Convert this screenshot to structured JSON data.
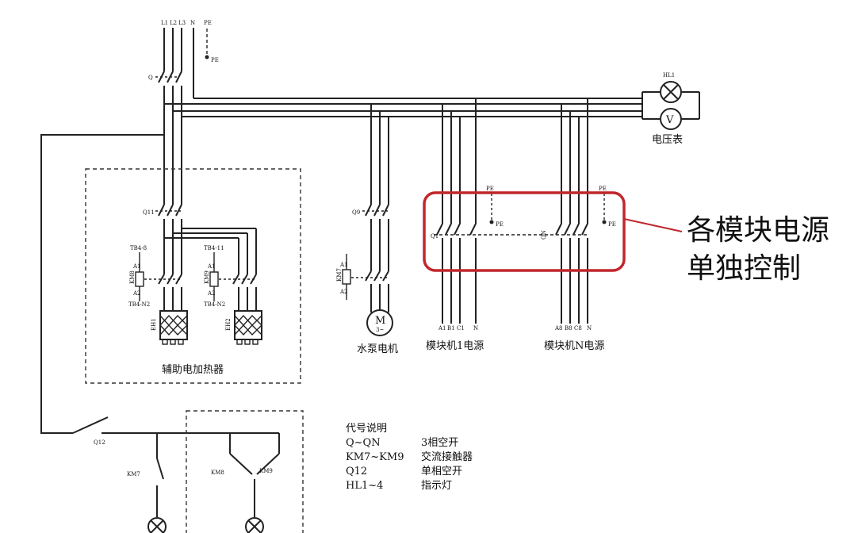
{
  "supply_terminals": [
    "L1",
    "L2",
    "L3",
    "N",
    "PE"
  ],
  "pe_label": "PE",
  "breakers": {
    "main": "Q",
    "heater": "Q11",
    "pump": "Q9",
    "module_1": "Q1",
    "module_n": "QN",
    "control": "Q12"
  },
  "heater": {
    "title": "辅助电加热器",
    "terminal_1_top": "TB4-8",
    "terminal_2_top": "TB4-11",
    "terminal_bottom": "TB4-N2",
    "coil_a1": "A1",
    "coil_a2": "A2",
    "contactor_1": "KM8",
    "contactor_2": "KM9",
    "element_1": "EH1",
    "element_2": "EH2"
  },
  "pump": {
    "title": "水泵电机",
    "contactor": "KM7",
    "coil_a1": "A1",
    "coil_a2": "A2",
    "motor_letter": "M",
    "motor_phase": "3~"
  },
  "indicators": {
    "lamp": "HL1",
    "voltmeter_symbol": "V",
    "voltmeter_label": "电压表"
  },
  "module_1": {
    "title": "模块机1电源",
    "terminals": [
      "A1",
      "B1",
      "C1",
      "N"
    ]
  },
  "module_n": {
    "title": "模块机N电源",
    "terminals": [
      "A8",
      "B8",
      "C8",
      "N"
    ]
  },
  "callout": {
    "line1": "各模块电源",
    "line2": "单独控制",
    "frame_color": "#c0272d"
  },
  "control_contacts": [
    "KM7",
    "KM8",
    "KM9"
  ],
  "legend": {
    "title": "代号说明",
    "rows": [
      {
        "code": "Q~QN",
        "desc": "3相空开"
      },
      {
        "code": "KM7~KM9",
        "desc": "交流接触器"
      },
      {
        "code": "Q12",
        "desc": "单相空开"
      },
      {
        "code": "HL1~4",
        "desc": "指示灯"
      }
    ]
  }
}
